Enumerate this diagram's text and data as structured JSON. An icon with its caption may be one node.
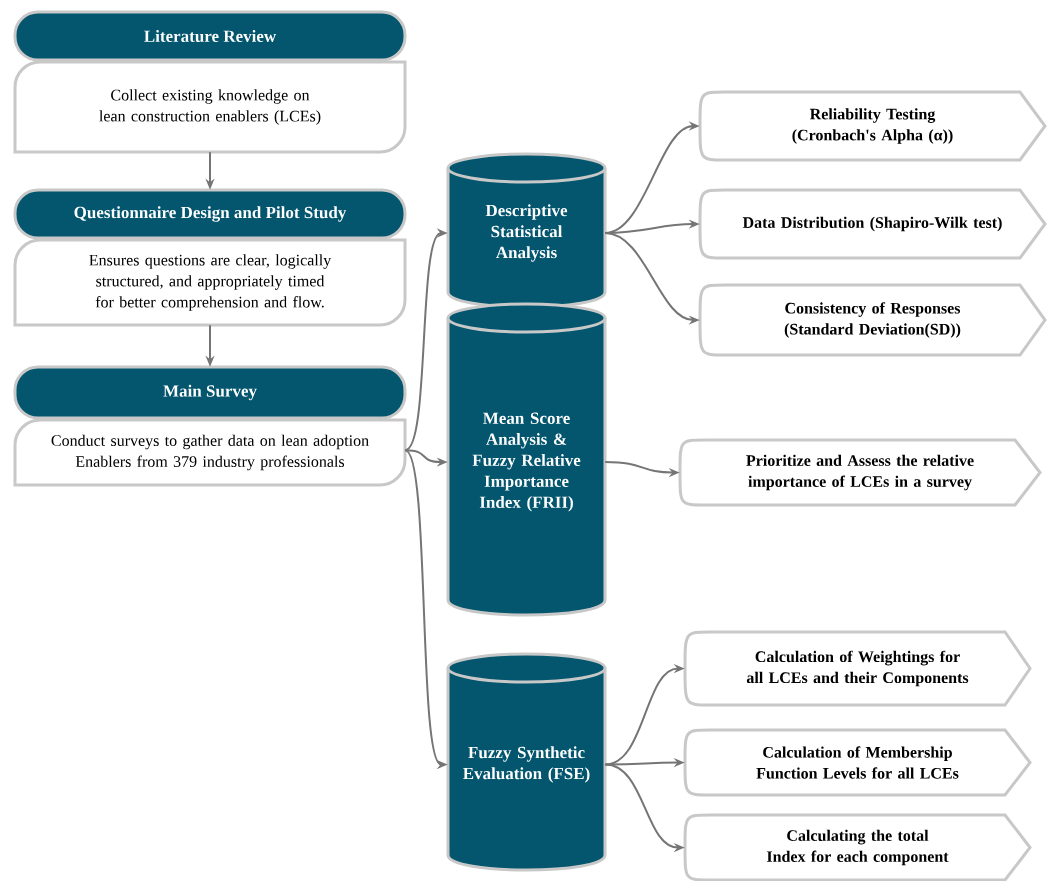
{
  "diagram": {
    "nodes": [
      {
        "text": [
          "Literature Review",
          "Collect existing knowledge on lean construction enablers (LCEs)"
        ]
      },
      {
        "text": [
          "Questionnaire Design and Pilot Study",
          "Ensures questions are clear, logically structured, and appropriately timed for better comprehension and flow."
        ]
      },
      {
        "text": [
          "Main Survey",
          "Conduct surveys to gather data on lean adoption Enablers from 379 industry professionals"
        ]
      },
      {
        "text": [
          "Descriptive Statistical Analysis"
        ]
      },
      {
        "text": [
          "Reliability Testing (Cronbach's Alpha (α))"
        ]
      },
      {
        "text": [
          "Data Distribution (Shapiro-Wilk test)"
        ]
      },
      {
        "text": [
          "Consistency of Responses (Standard Deviation(SD))"
        ]
      },
      {
        "text": [
          "Mean Score Analysis & Fuzzy Relative Importance Index (FRII)"
        ]
      },
      {
        "text": [
          "Prioritize and Assess the relative importance of LCEs in a survey"
        ]
      },
      {
        "text": [
          "Fuzzy Synthetic Evaluation (FSE)"
        ]
      },
      {
        "text": [
          "Calculation of Weightings for all LCEs and their Components"
        ]
      },
      {
        "text": [
          "Calculation of Membership Function Levels for all LCEs"
        ]
      },
      {
        "text": [
          "Calculating the total Index for each component"
        ]
      }
    ],
    "edges": [
      {
        "from": 0,
        "to": 1,
        "arrow": "to"
      },
      {
        "from": 1,
        "to": 2,
        "arrow": "to"
      },
      {
        "from": 2,
        "to": 3,
        "arrow": "to"
      },
      {
        "from": 2,
        "to": 7,
        "arrow": "to"
      },
      {
        "from": 2,
        "to": 9,
        "arrow": "to"
      },
      {
        "from": 3,
        "to": 4,
        "arrow": "to"
      },
      {
        "from": 3,
        "to": 5,
        "arrow": "to"
      },
      {
        "from": 3,
        "to": 6,
        "arrow": "to"
      },
      {
        "from": 7,
        "to": 8,
        "arrow": "to"
      },
      {
        "from": 9,
        "to": 10,
        "arrow": "to"
      },
      {
        "from": 9,
        "to": 11,
        "arrow": "to"
      },
      {
        "from": 9,
        "to": 12,
        "arrow": "to"
      }
    ]
  }
}
